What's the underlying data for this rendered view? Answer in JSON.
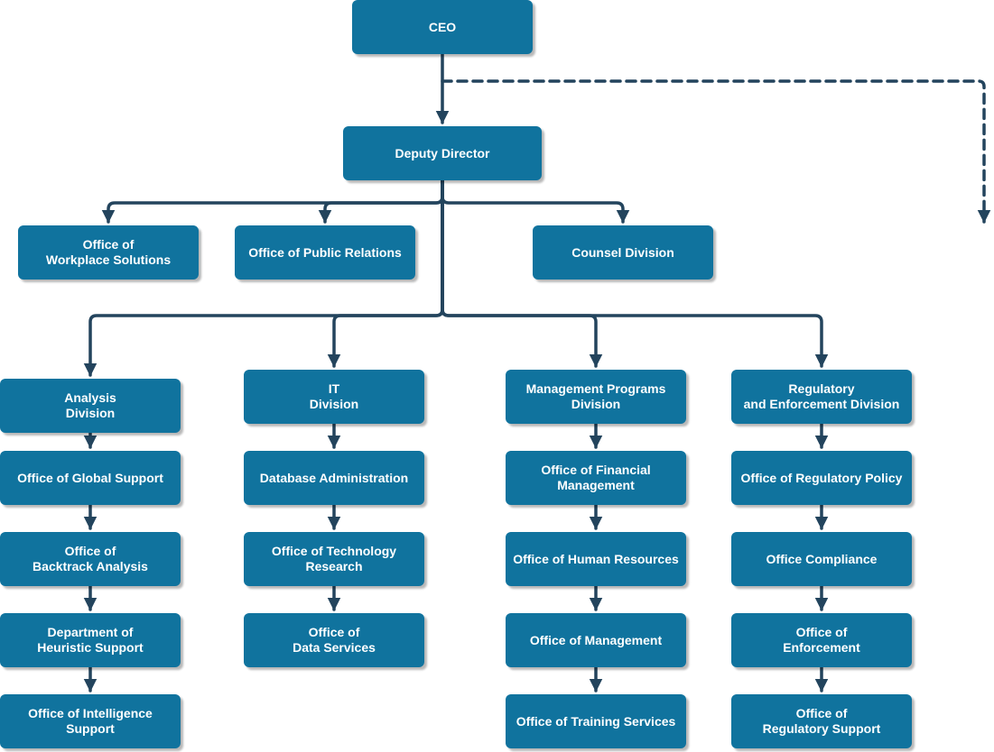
{
  "colors": {
    "node_fill": "#10739e",
    "edge": "#23445d",
    "text": "#ffffff"
  },
  "nodes": {
    "ceo": "CEO",
    "deputy": "Deputy Director",
    "workplace": "Office of\nWorkplace Solutions",
    "public_relations": "Office of Public Relations",
    "counsel": "Counsel Division",
    "analysis": "Analysis\nDivision",
    "global_support": "Office of Global Support",
    "backtrack": "Office of\nBacktrack Analysis",
    "heuristic": "Department of\nHeuristic Support",
    "intelligence": "Office of Intelligence\nSupport",
    "it": "IT\nDivision",
    "database": "Database Administration",
    "tech_research": "Office of Technology\nResearch",
    "data_services": "Office of\nData Services",
    "mgmt_programs": "Management Programs\nDivision",
    "financial": "Office of Financial\nManagement",
    "human_resources": "Office of Human Resources",
    "management": "Office of Management",
    "training": "Office of Training Services",
    "regulatory_div": "Regulatory\nand Enforcement Division",
    "reg_policy": "Office of Regulatory Policy",
    "compliance": "Office Compliance",
    "enforcement": "Office of\nEnforcement",
    "reg_support": "Office of\nRegulatory Support"
  }
}
